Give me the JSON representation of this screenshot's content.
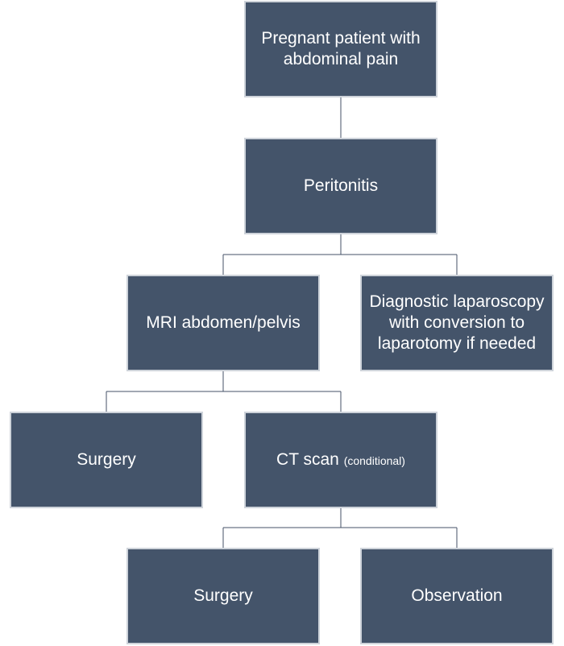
{
  "nodes": {
    "start": "Pregnant patient with abdominal pain",
    "peritonitis": "Peritonitis",
    "mri": "MRI abdomen/pelvis",
    "diagnostic": "Diagnostic laparoscopy with conversion to laparotomy if needed",
    "surgery_left": "Surgery",
    "ct": "CT scan",
    "ct_note": "(conditional)",
    "surgery_bottom": "Surgery",
    "observation": "Observation"
  },
  "colors": {
    "box_fill": "#44546a",
    "box_border": "#ced3da",
    "connector": "#445267",
    "text": "#ffffff"
  }
}
